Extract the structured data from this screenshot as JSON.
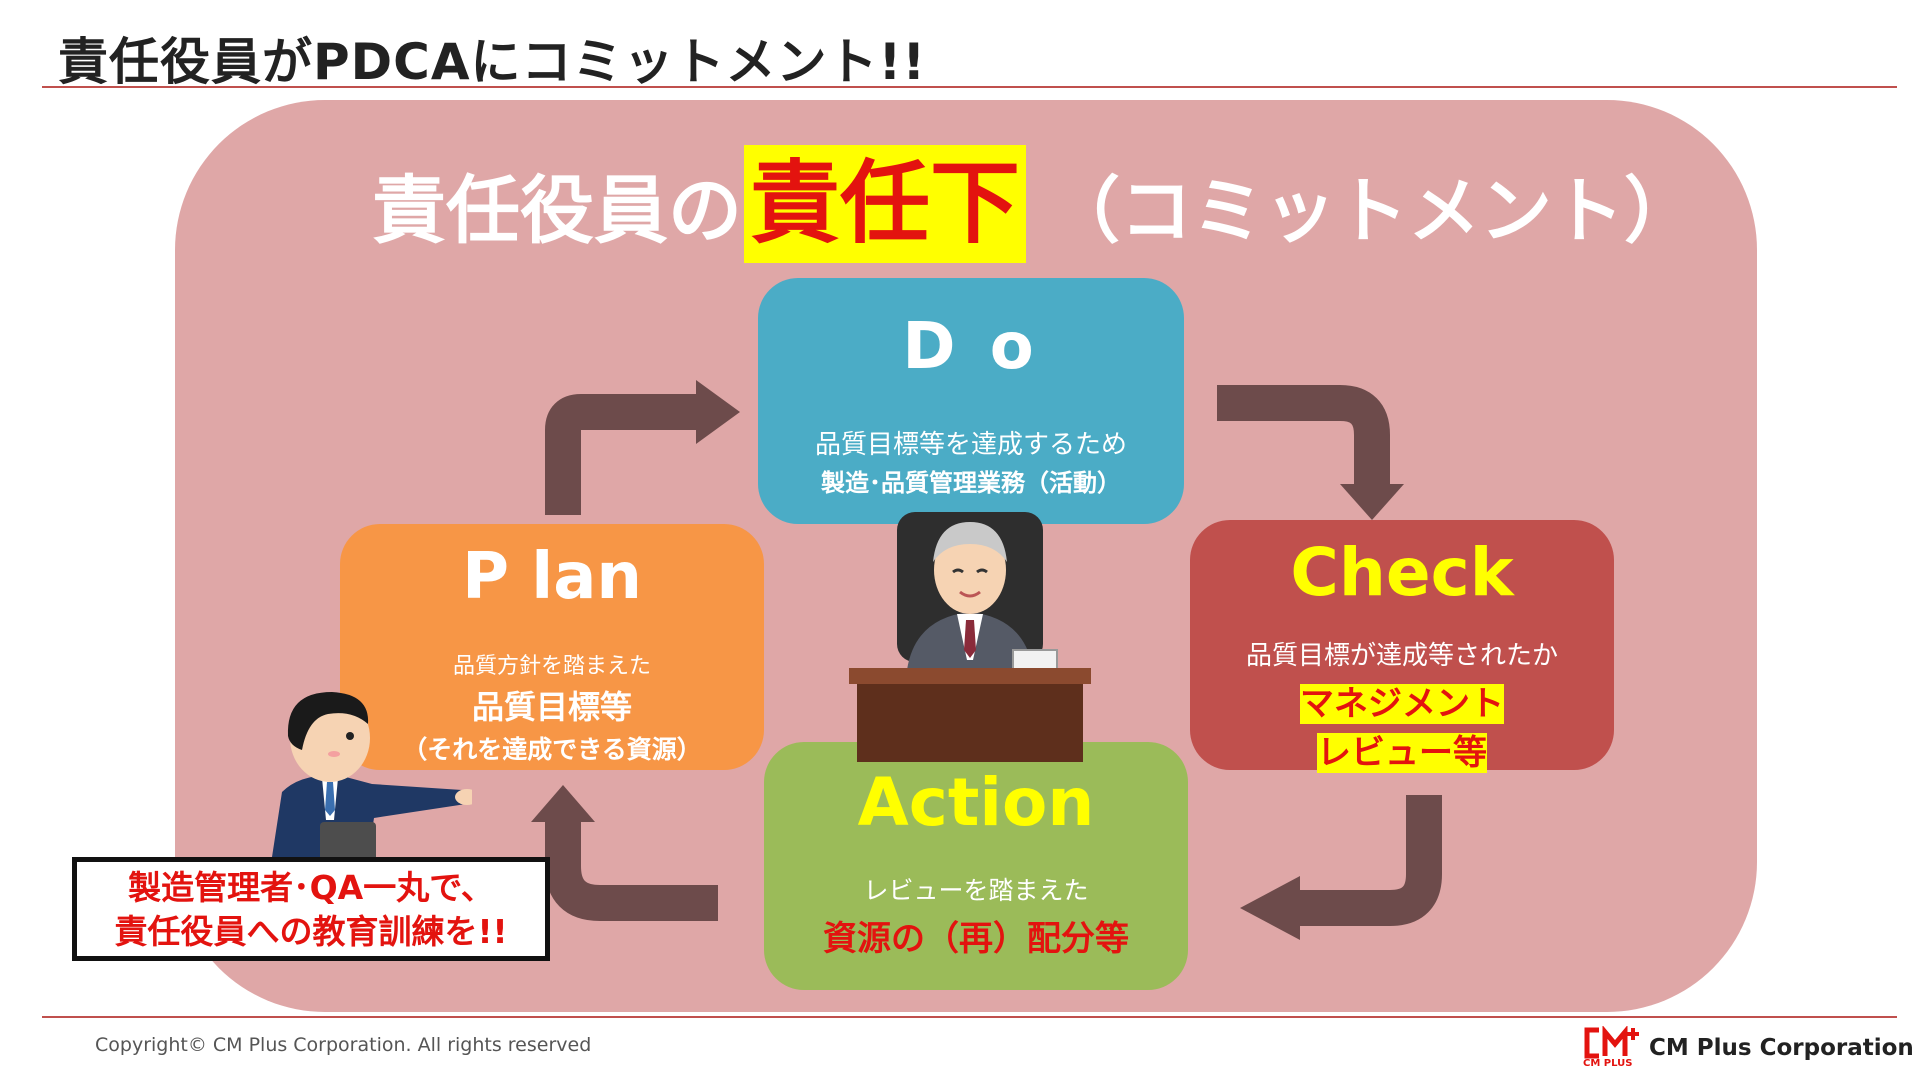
{
  "slide_title": "責任役員がPDCAにコミットメント!!",
  "headline": {
    "part1": "責任役員の",
    "highlight": "責任下",
    "part2": "（コミットメント）"
  },
  "cycle": {
    "do": {
      "title": "D o",
      "line1": "品質目標等を達成するため",
      "line2": "製造･品質管理業務（活動）"
    },
    "plan": {
      "title": "P lan",
      "line1": "品質方針を踏まえた",
      "line2": "品質目標等",
      "line3": "（それを達成できる資源）"
    },
    "check": {
      "title": "Check",
      "line1": "品質目標が達成等されたか",
      "line2": "マネジメント",
      "line3": "レビュー等"
    },
    "action": {
      "title": "Action",
      "line1": "レビューを踏まえた",
      "line2": "資源の（再）配分等"
    }
  },
  "callout": {
    "line1": "製造管理者･QA一丸で、",
    "line2": "責任役員への教育訓練を!!"
  },
  "footer": {
    "copyright": "Copyright© CM Plus Corporation. All rights reserved",
    "company": "CM Plus Corporation",
    "logo_sub": "CM PLUS"
  },
  "colors": {
    "panel": "#dfa7a7",
    "do": "#4bacc6",
    "plan": "#f79646",
    "check": "#c0504d",
    "action": "#9bbb59",
    "arrow": "#6d4b4b",
    "highlight_bg": "#ffff00",
    "highlight_text": "#e3130f"
  }
}
